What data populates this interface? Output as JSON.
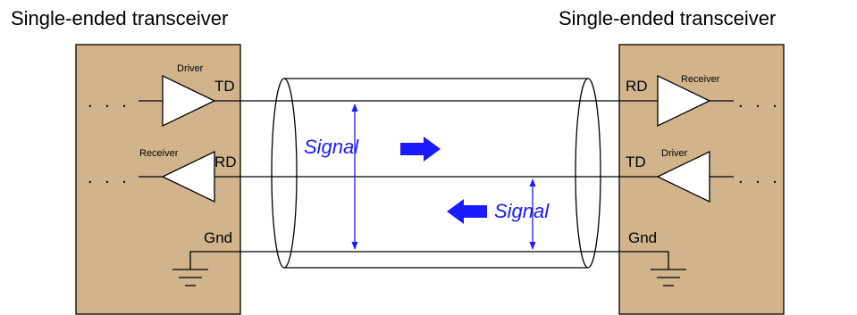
{
  "left_transceiver": {
    "title": "Single-ended transceiver",
    "top_pin": "TD",
    "top_amp": "Driver",
    "mid_pin": "RD",
    "mid_amp": "Receiver",
    "gnd_pin": "Gnd",
    "ellipsis": ". . ."
  },
  "right_transceiver": {
    "title": "Single-ended transceiver",
    "top_pin": "RD",
    "top_amp": "Receiver",
    "mid_pin": "TD",
    "mid_amp": "Driver",
    "gnd_pin": "Gnd",
    "ellipsis": ". . ."
  },
  "signals": {
    "forward": "Signal",
    "backward": "Signal"
  },
  "colors": {
    "box_fill": "#d2b48c",
    "signal_blue": "#1a1aff"
  }
}
